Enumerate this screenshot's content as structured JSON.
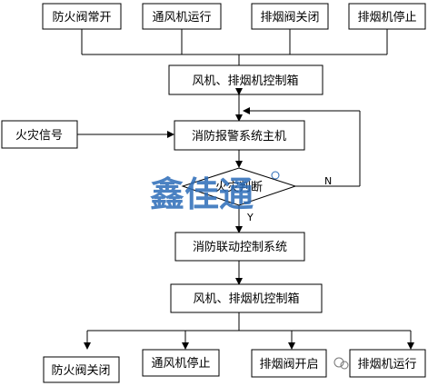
{
  "top_row": {
    "fire_damper_normally_open": "防火阀常开",
    "ventilator_running": "通风机运行",
    "smoke_damper_closed": "排烟阀关闭",
    "smoke_fan_stopped": "排烟机停止"
  },
  "control_box_top": "风机、排烟机控制箱",
  "fire_signal": "火灾信号",
  "fire_alarm_host": "消防报警系统主机",
  "fire_judgement": "火灾判断",
  "edge_no": "N",
  "edge_yes": "Y",
  "fire_linkage_system": "消防联动控制系统",
  "control_box_bottom": "风机、排烟机控制箱",
  "bottom_row": {
    "fire_damper_closed": "防火阀关闭",
    "ventilator_stopped": "通风机停止",
    "smoke_damper_open": "排烟阀开启",
    "smoke_fan_running": "排烟机运行"
  },
  "watermark": {
    "text": "鑫佳通",
    "color": "#2b6cb8"
  },
  "colors": {
    "stroke": "#000000",
    "background": "#ffffff"
  }
}
